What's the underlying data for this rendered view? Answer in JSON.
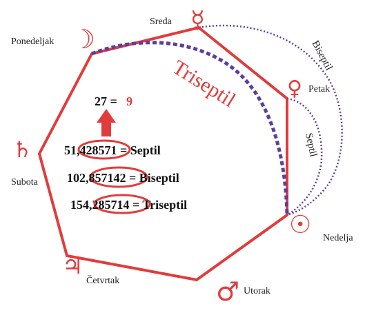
{
  "days": {
    "monday": "Ponedeljak",
    "wednesday": "Sreda",
    "friday": "Petak",
    "sunday": "Nedelja",
    "tuesday": "Utorak",
    "thursday": "Četvrtak",
    "saturday": "Subota"
  },
  "aspects": {
    "triseptil": "Triseptil",
    "biseptil": "Biseptil",
    "septil": "Septil"
  },
  "equation": {
    "left": "27 =",
    "right": "9"
  },
  "rows": [
    {
      "prefix": "51,",
      "circled": "428571",
      "suffix": " = Septil"
    },
    {
      "prefix": "102,",
      "circled": "857142",
      "suffix": " = Biseptil"
    },
    {
      "prefix": "154,",
      "circled": "285714",
      "suffix": " = Triseptil"
    }
  ],
  "symbols": {
    "moon": "☽",
    "mercury": "☿",
    "venus": "♀",
    "sun": "☉",
    "mars": "♂",
    "jupiter": "♃",
    "saturn": "♄"
  },
  "colors": {
    "heptagon": "#e23b3b",
    "dotted": "#5a3fa0"
  }
}
